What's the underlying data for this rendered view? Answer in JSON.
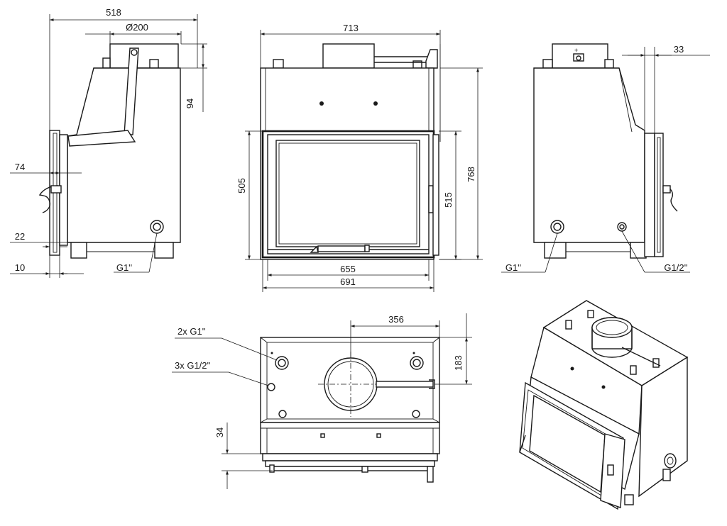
{
  "side_view": {
    "depth": "518",
    "flue_diameter": "Ø200",
    "collar_height": "94",
    "handle_offset": "74",
    "door_frame": "22",
    "door_thickness": "10",
    "pipe_label": "G1''"
  },
  "front_view": {
    "overall_width": "713",
    "door_height": "505",
    "glass_height": "515",
    "overall_height": "768",
    "glass_width": "655",
    "door_width": "691"
  },
  "right_view": {
    "offset": "33",
    "pipe_main_label": "G1''",
    "pipe_small_label": "G1/2''"
  },
  "top_view": {
    "flue_offset": "356",
    "flue_depth": "183",
    "front_depth": "34",
    "main_pipes_label": "2x G1''",
    "small_pipes_label": "3x G1/2''"
  }
}
